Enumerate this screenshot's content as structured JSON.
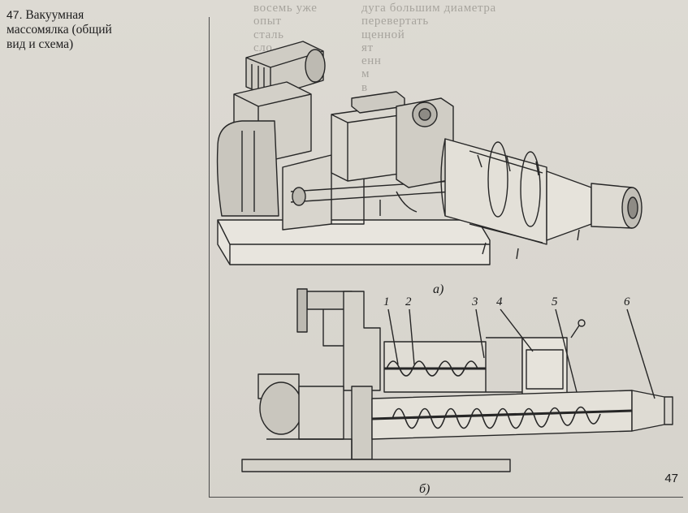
{
  "caption": {
    "number": "47.",
    "text_line1": "Вакуумная",
    "text_line2": "массомялка (общий",
    "text_line3": "вид и схема)"
  },
  "figure": {
    "label_a": "а)",
    "label_b": "б)",
    "callouts": [
      "1",
      "2",
      "3",
      "4",
      "5",
      "6"
    ],
    "page_number": "47"
  },
  "colors": {
    "paper": "#d9d6cf",
    "ink": "#1e1e1e",
    "show_through": "#7b7872"
  }
}
